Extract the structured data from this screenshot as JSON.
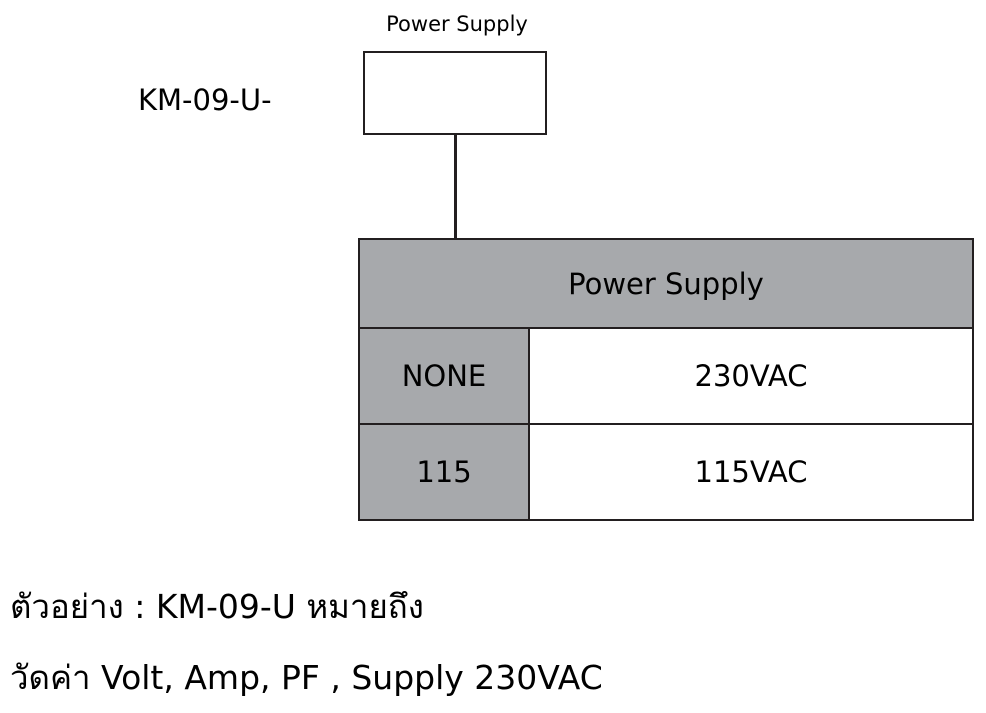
{
  "diagram": {
    "top_label": "Power Supply",
    "model_code": "KM-09-U-"
  },
  "table": {
    "header": "Power Supply",
    "rows": [
      {
        "code": "NONE",
        "value": "230VAC"
      },
      {
        "code": "115",
        "value": "115VAC"
      }
    ]
  },
  "example": {
    "line1": "ตัวอย่าง : KM-09-U หมายถึง",
    "line2": "วัดค่า Volt, Amp, PF , Supply 230VAC"
  },
  "colors": {
    "header_fill": "#a7a9ac",
    "border": "#231f20"
  }
}
